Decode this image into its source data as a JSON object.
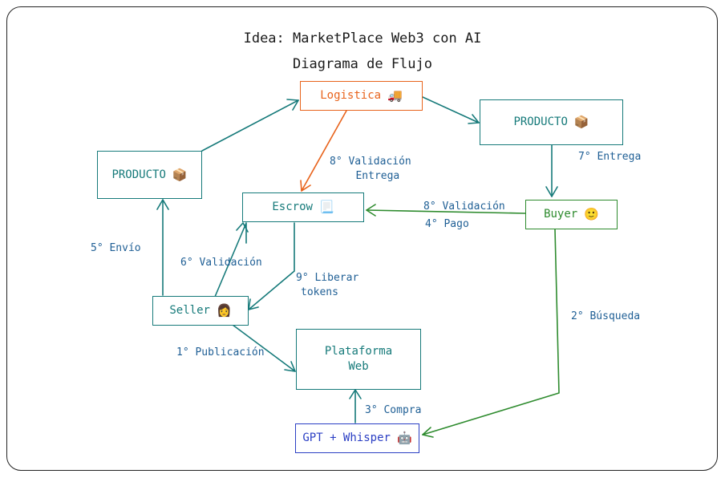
{
  "title": {
    "line1": "Idea: MarketPlace Web3 con AI",
    "line2": "Diagrama de Flujo"
  },
  "nodes": {
    "logistica": {
      "label": "Logistica",
      "icon": "🚚"
    },
    "producto_right": {
      "label": "PRODUCTO",
      "icon": "📦"
    },
    "producto_left": {
      "label": "PRODUCTO",
      "icon": "📦"
    },
    "escrow": {
      "label": "Escrow",
      "icon": "📃"
    },
    "buyer": {
      "label": "Buyer",
      "icon": "🙂"
    },
    "seller": {
      "label": "Seller",
      "icon": "👩"
    },
    "plataforma": {
      "line1": "Plataforma",
      "line2": "Web"
    },
    "gpt": {
      "label": "GPT + Whisper",
      "icon": "🤖"
    }
  },
  "edges": {
    "validacion_entrega": {
      "line1": "8° Validación",
      "line2": "Entrega"
    },
    "entrega": "7° Entrega",
    "validacion_buyer": "8° Validación",
    "pago": "4° Pago",
    "envio": "5° Envío",
    "validacion_seller": "6° Validación",
    "liberar": {
      "line1": "9° Liberar",
      "line2": "tokens"
    },
    "busqueda": "2° Búsqueda",
    "publicacion": "1° Publicación",
    "compra": "3° Compra"
  },
  "colors": {
    "teal": "#167a7a",
    "orange": "#e8631c",
    "green": "#2e8b2e",
    "blue": "#2b3fc4",
    "label": "#1f5f95"
  }
}
